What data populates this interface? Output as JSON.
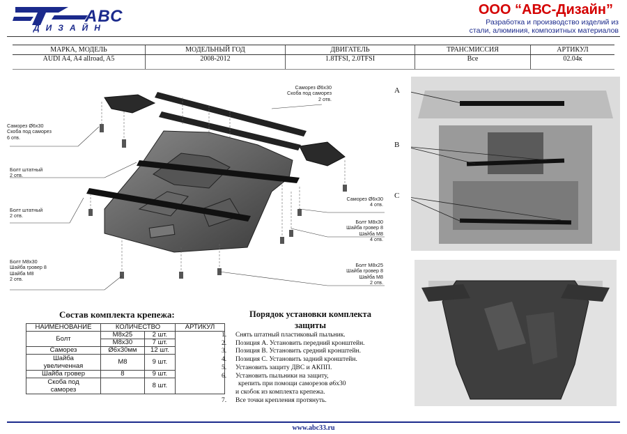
{
  "header": {
    "logo_top": "АВС",
    "logo_bottom": "ДИЗАЙН",
    "company": "ООО “АВС-Дизайн”",
    "tagline_line1": "Разработка и производство изделий из",
    "tagline_line2": "стали, алюминия, композитных материалов",
    "colors": {
      "brand_blue": "#1b2a8c",
      "company_red": "#d40000"
    }
  },
  "spec": {
    "columns": [
      "МАРКА, МОДЕЛЬ",
      "МОДЕЛЬНЫЙ ГОД",
      "ДВИГАТЕЛЬ",
      "ТРАНСМИССИЯ",
      "АРТИКУЛ"
    ],
    "row": [
      "AUDI A4, A4 allroad, A5",
      "2008-2012",
      "1.8TFSI, 2.0TFSI",
      "Все",
      "02.04к"
    ]
  },
  "callouts": {
    "c1": [
      "Саморез Ø6x30",
      "Скоба под саморез",
      "2 отв."
    ],
    "c2": [
      "Саморез Ø6x30",
      "Скоба под саморез",
      "6 отв."
    ],
    "c3": [
      "Болт штатный",
      "2 отв."
    ],
    "c4": [
      "Болт штатный",
      "2 отв."
    ],
    "c5": [
      "Саморез Ø6x30",
      "4 отв."
    ],
    "c6": [
      "Болт M8x30",
      "Шайба гровер 8",
      "Шайба M8",
      "4 отв."
    ],
    "c7": [
      "Болт M8x30",
      "Шайба гровер 8",
      "Шайба M8",
      "2 отв."
    ],
    "c8": [
      "Болт M8x25",
      "Шайба гровер 8",
      "Шайба M8",
      "2 отв."
    ]
  },
  "photo_labels": {
    "a": "A",
    "b": "B",
    "c": "C"
  },
  "kit": {
    "title": "Состав комплекта крепежа:",
    "headers": [
      "НАИМЕНОВАНИЕ",
      "КОЛИЧЕСТВО",
      "АРТИКУЛ"
    ],
    "bolt": "Болт",
    "bolt_m25": "M8x25",
    "bolt_m25_qty": "2 шт.",
    "bolt_m30": "M8x30",
    "bolt_m30_qty": "7 шт.",
    "screw": "Саморез",
    "screw_size": "Ø6x30мм",
    "screw_qty": "12 шт.",
    "washer_line1": "Шайба",
    "washer_line2": "увеличенная",
    "washer_size": "M8",
    "washer_qty": "9 шт.",
    "grover": "Шайба гровер",
    "grover_size": "8",
    "grover_qty": "9 шт.",
    "bracket_line1": "Скоба под",
    "bracket_line2": "саморез",
    "bracket_qty": "8 шт."
  },
  "procedure": {
    "title_line1": "Порядок установки комплекта",
    "title_line2": "защиты",
    "steps": [
      {
        "n": "1.",
        "text": "Снять штатный пластиковый пыльник."
      },
      {
        "n": "2.",
        "text": "Позиция А. Установить передний кронштейн."
      },
      {
        "n": "3.",
        "text": "Позиция В. Установить средний кронштейн."
      },
      {
        "n": "4.",
        "text": "Позиция С. Установить задний кронштейн."
      },
      {
        "n": "5.",
        "text": "Установить защиту ДВС и АКПП."
      },
      {
        "n": "6.",
        "text": "Установить пыльники на защиту,"
      },
      {
        "n": "",
        "text": "крепить при помощи саморезов ø6x30"
      },
      {
        "n": "",
        "text": "и скобок из комплекта крепежа."
      },
      {
        "n": "7.",
        "text": "Все точки крепления протянуть."
      }
    ]
  },
  "footer": {
    "url": "www.abc33.ru"
  }
}
